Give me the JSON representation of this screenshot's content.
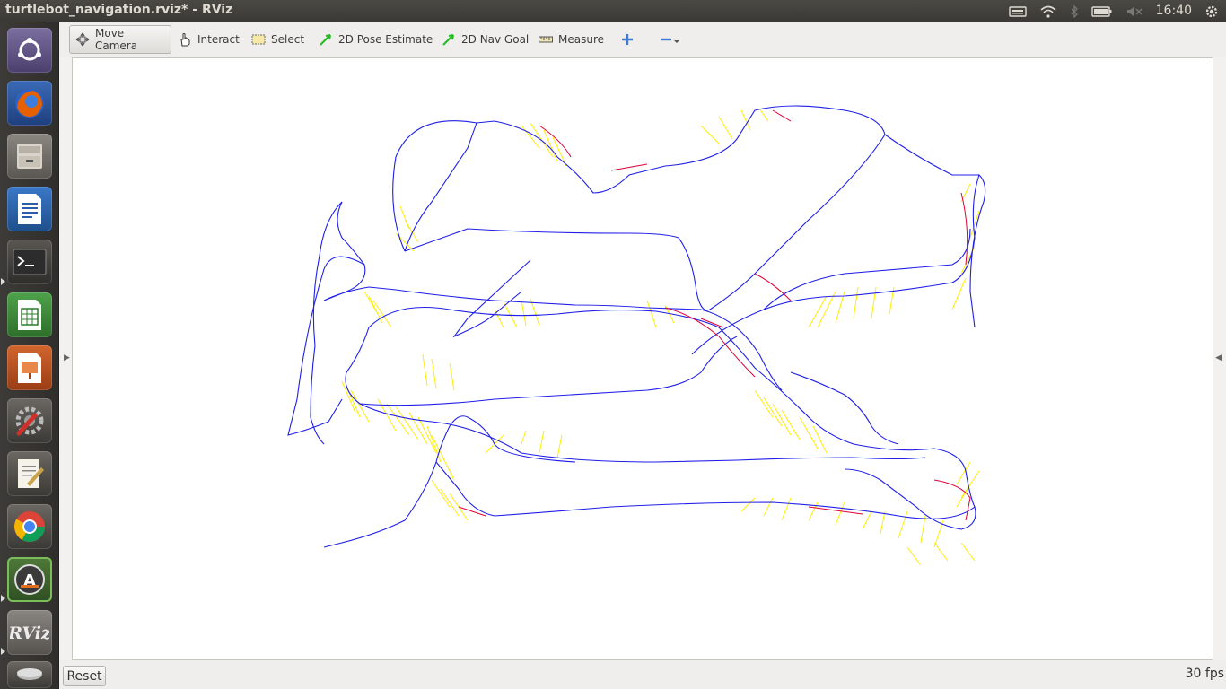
{
  "window": {
    "title": "turtlebot_navigation.rviz* - RViz"
  },
  "panel": {
    "clock": "16:40"
  },
  "toolbar": {
    "move_camera": "Move Camera",
    "interact": "Interact",
    "select": "Select",
    "pose_estimate": "2D Pose Estimate",
    "nav_goal": "2D Nav Goal",
    "measure": "Measure"
  },
  "bottom": {
    "reset": "Reset",
    "fps": "30 fps"
  },
  "launcher": {
    "items": [
      "ubuntu-dash",
      "firefox",
      "files",
      "writer",
      "terminal",
      "calc",
      "impress",
      "system-settings",
      "text-editor",
      "chrome",
      "software-updater",
      "rviz",
      "disk"
    ]
  },
  "colors": {
    "path_blue": "#1f1fe8",
    "scan_yellow": "#ffee00",
    "plan_red": "#e0003a",
    "accent": "#dd4814"
  }
}
